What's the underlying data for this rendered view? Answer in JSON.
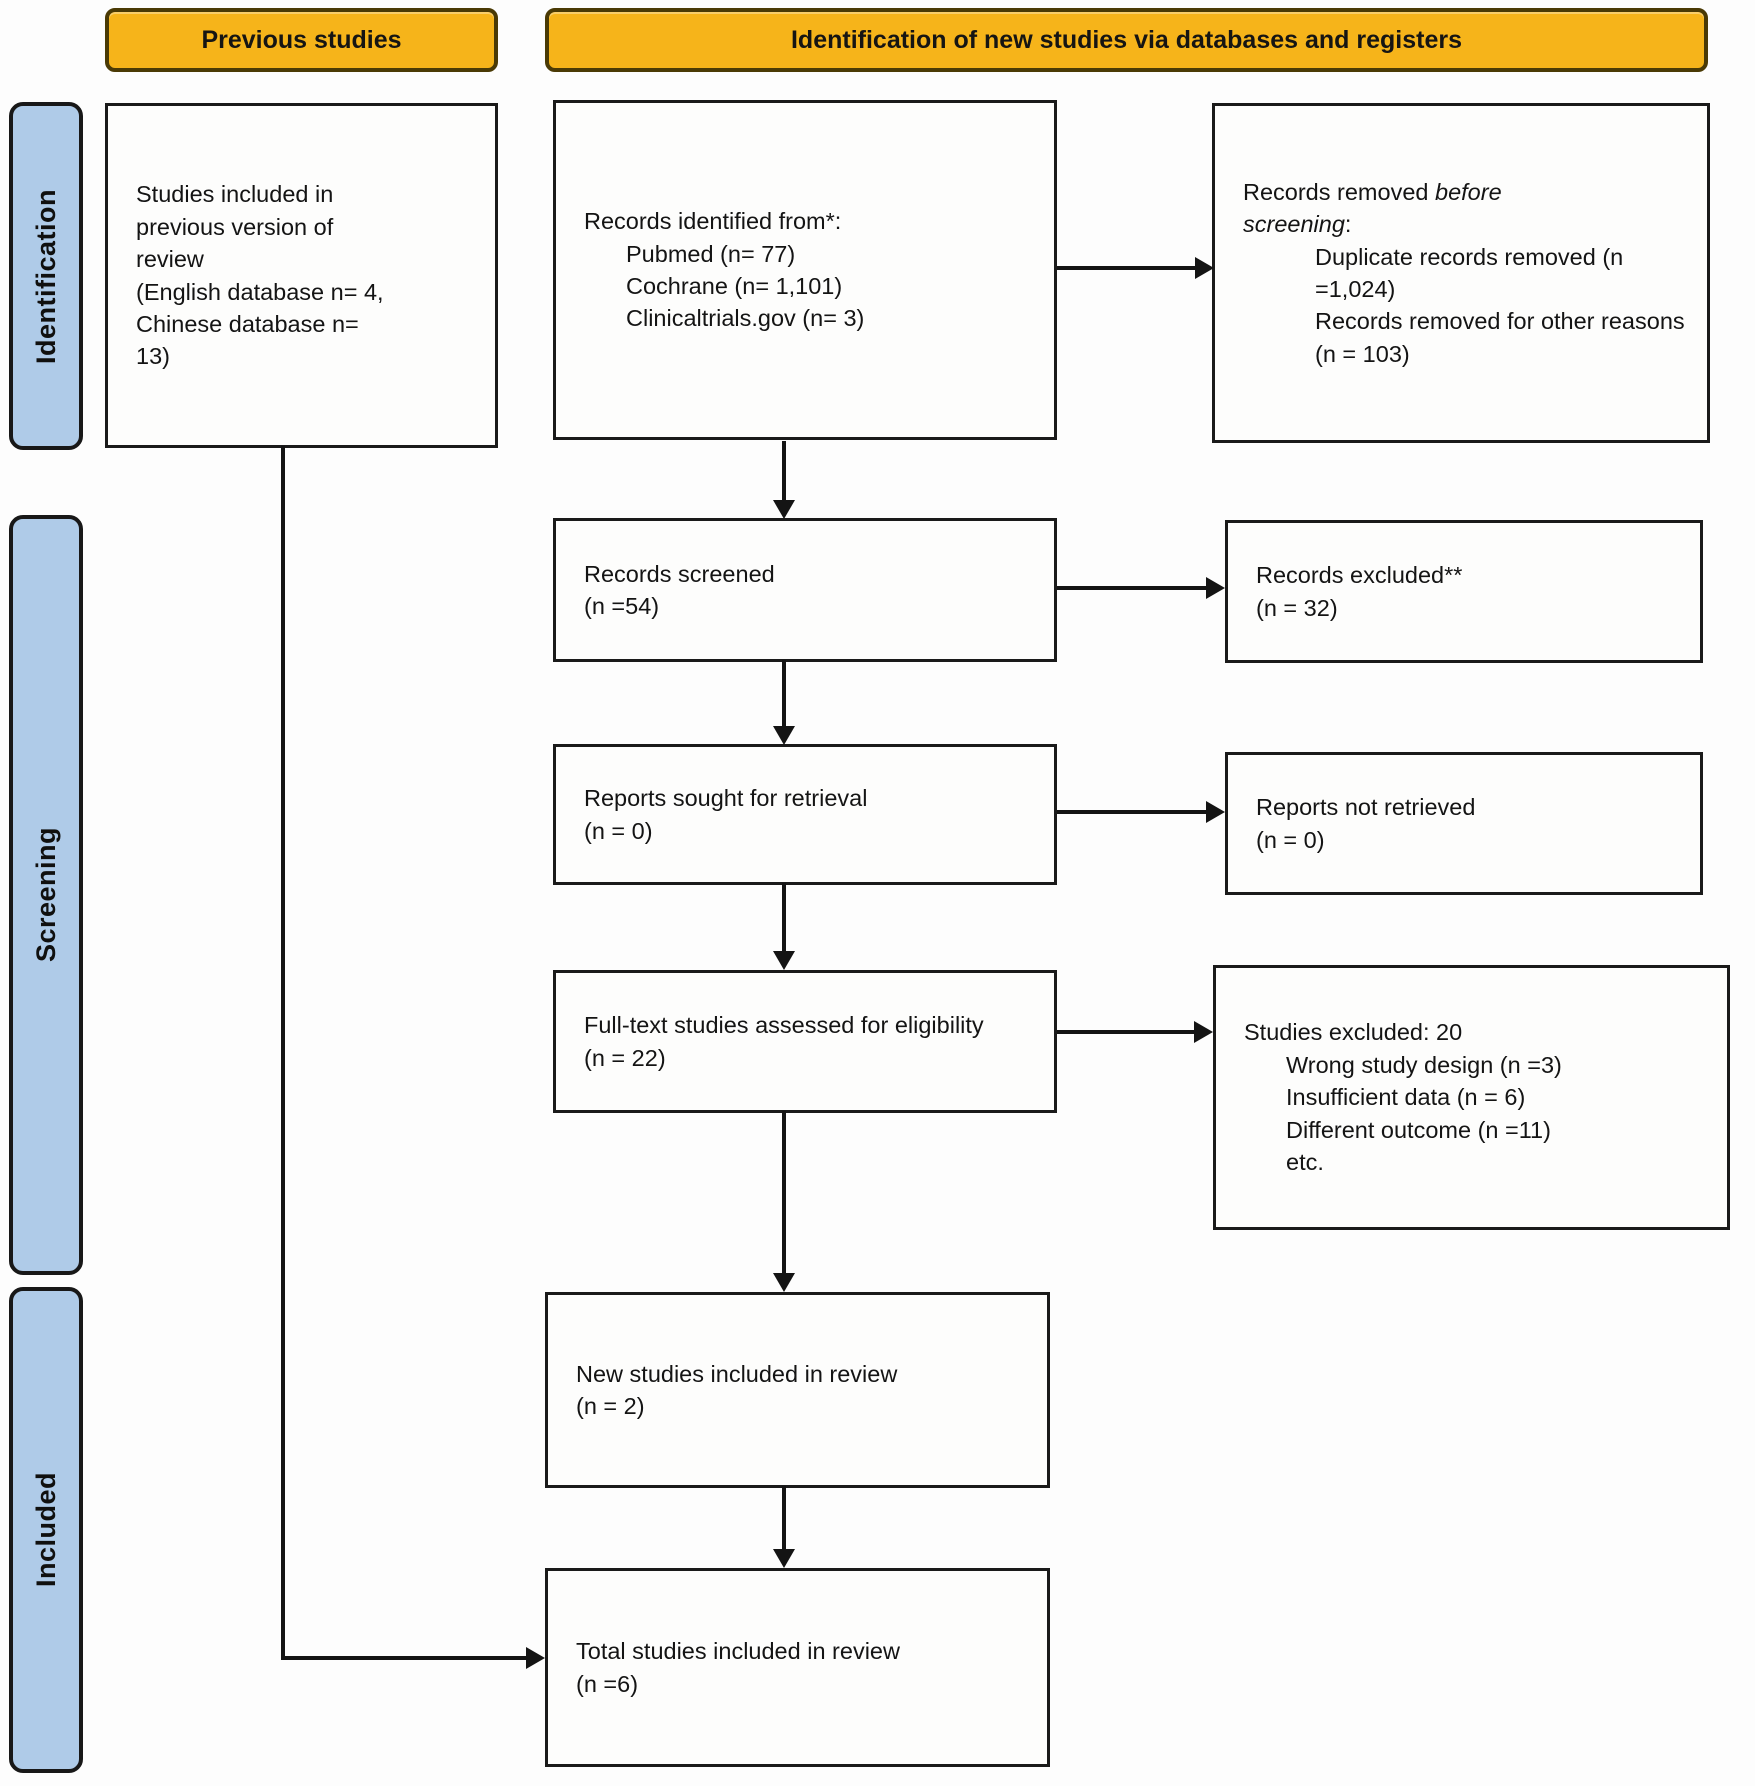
{
  "colors": {
    "header_bg": "#F6B41A",
    "header_border": "#4a3a05",
    "sidebar_bg": "#AFCBE8",
    "box_border": "#1a1a1a"
  },
  "headers": {
    "previous": "Previous studies",
    "identification": "Identification of new studies via databases and registers"
  },
  "sidebars": {
    "identification": "Identification",
    "screening": "Screening",
    "included": "Included"
  },
  "boxes": {
    "previous_studies": {
      "line1": "Studies included in previous version of review",
      "line2": "(English database n= 4, Chinese database n= 13)"
    },
    "records_identified": {
      "title": "Records identified from*:",
      "items": [
        "Pubmed (n= 77)",
        "Cochrane (n= 1,101)",
        "Clinicaltrials.gov (n= 3)"
      ]
    },
    "records_removed": {
      "prefix": "Records removed ",
      "emphasis": "before screening",
      "suffix": ":",
      "items": [
        "Duplicate records removed (n =1,024)",
        "Records removed for other reasons (n = 103)"
      ]
    },
    "records_screened": {
      "line1": "Records screened",
      "line2": "(n =54)"
    },
    "records_excluded": {
      "line1": "Records excluded**",
      "line2": "(n = 32)"
    },
    "reports_sought": {
      "line1": "Reports sought for retrieval",
      "line2": "(n = 0)"
    },
    "reports_not_retrieved": {
      "line1": "Reports not retrieved",
      "line2": "(n = 0)"
    },
    "fulltext_assessed": {
      "line1": "Full-text studies assessed for eligibility",
      "line2": "(n = 22)"
    },
    "studies_excluded": {
      "title": "Studies excluded: 20",
      "items": [
        "Wrong study design (n =3)",
        "Insufficient data (n = 6)",
        "Different outcome (n =11)",
        "etc."
      ]
    },
    "new_studies": {
      "line1": "New studies included in review",
      "line2": "(n = 2)"
    },
    "total_studies": {
      "line1": "Total studies included in review",
      "line2": "(n =6)"
    }
  }
}
